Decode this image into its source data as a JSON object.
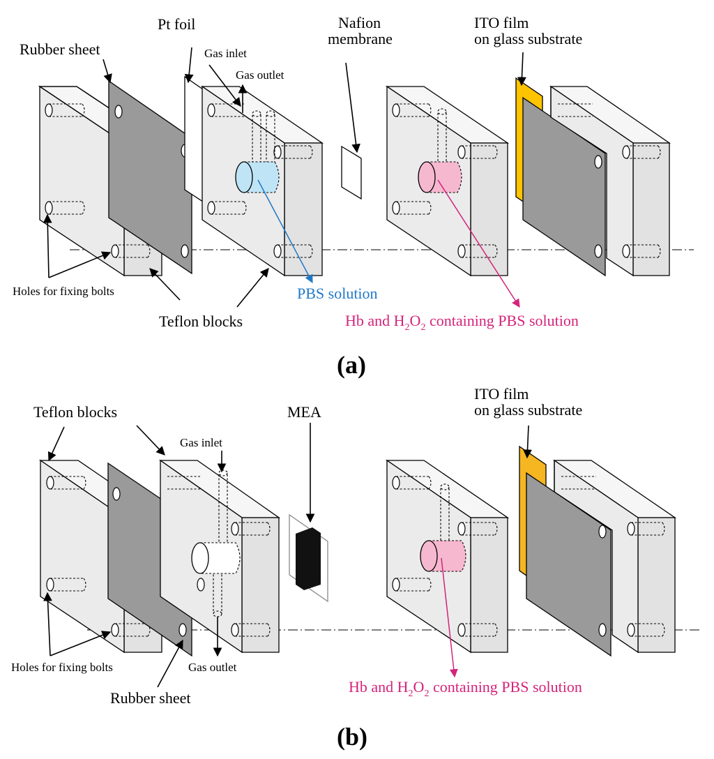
{
  "panel_a": {
    "label": "(a)",
    "rubber_sheet": "Rubber sheet",
    "pt_foil": "Pt foil",
    "gas_inlet": "Gas inlet",
    "gas_outlet": "Gas outlet",
    "nafion_line1": "Nafion",
    "nafion_line2": "membrane",
    "ito_line1": "ITO film",
    "ito_line2": "on glass substrate",
    "holes": "Holes for fixing bolts",
    "teflon_blocks": "Teflon blocks",
    "pbs_solution": "PBS solution",
    "hb_pre": "Hb and H",
    "hb_sub1": "2",
    "hb_mid": "O",
    "hb_sub2": "2",
    "hb_post": " containing PBS solution"
  },
  "panel_b": {
    "label": "(b)",
    "teflon_blocks": "Teflon blocks",
    "gas_inlet": "Gas inlet",
    "mea": "MEA",
    "ito_line1": "ITO film",
    "ito_line2": "on glass substrate",
    "holes": "Holes for fixing bolts",
    "gas_outlet": "Gas outlet",
    "rubber_sheet": "Rubber sheet",
    "hb_pre": "Hb and H",
    "hb_sub1": "2",
    "hb_mid": "O",
    "hb_sub2": "2",
    "hb_post": " containing PBS solution"
  },
  "colors": {
    "pbs_blue": "#1f78c8",
    "hb_pink": "#d4237a",
    "blue_fill": "#bfe4f6",
    "pink_fill": "#f6b8cf",
    "ito_a": "#ffc400",
    "ito_b": "#f6b622"
  }
}
